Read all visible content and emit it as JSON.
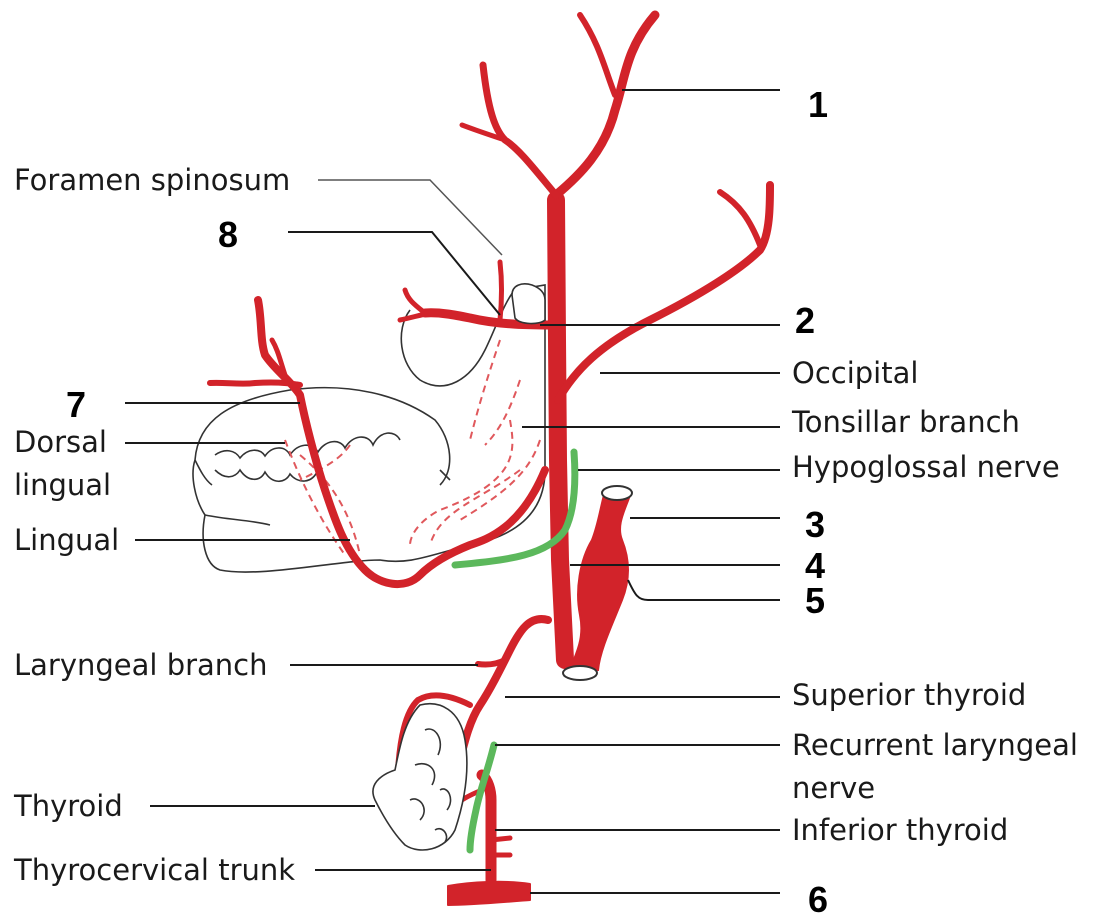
{
  "labels": {
    "foramen_spinosum": "Foramen spinosum",
    "occipital": "Occipital",
    "tonsillar_branch": "Tonsillar branch",
    "hypoglossal_nerve": "Hypoglossal nerve",
    "dorsal_lingual_line1": "Dorsal",
    "dorsal_lingual_line2": "lingual",
    "lingual": "Lingual",
    "laryngeal_branch": "Laryngeal branch",
    "superior_thyroid": "Superior thyroid",
    "recurrent_laryngeal_line1": "Recurrent laryngeal",
    "recurrent_laryngeal_line2": "nerve",
    "thyroid": "Thyroid",
    "inferior_thyroid": "Inferior thyroid",
    "thyrocervical_trunk": "Thyrocervical trunk"
  },
  "numbers": {
    "n1": "1",
    "n2": "2",
    "n3": "3",
    "n4": "4",
    "n5": "5",
    "n6": "6",
    "n7": "7",
    "n8": "8"
  },
  "colors": {
    "artery": "#d2232a",
    "nerve": "#5cb85c",
    "outline": "#333333",
    "dashed": "#e0585c"
  }
}
